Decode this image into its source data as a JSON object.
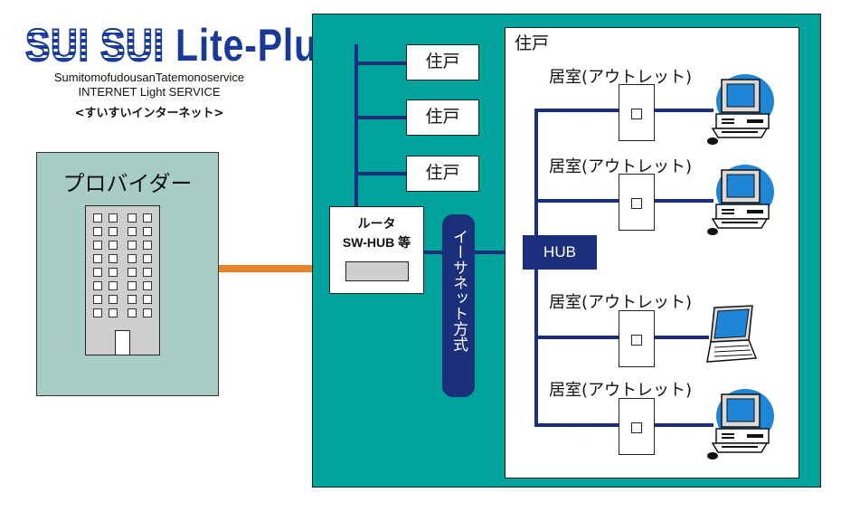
{
  "logo": {
    "title_left": "SUI SUI",
    "title_right": "Lite-Plus",
    "company": "SumitomofudousanTatemonoservice",
    "service": "INTERNET Light SERVICE",
    "tagline": "<すいすいインターネット>"
  },
  "provider": {
    "label": "プロバイダー"
  },
  "building_units": [
    {
      "label": "住戸"
    },
    {
      "label": "住戸"
    },
    {
      "label": "住戸"
    }
  ],
  "router": {
    "line1": "ルータ",
    "line2": "SW-HUB 等"
  },
  "ethernet": {
    "label": "イーサネット方式"
  },
  "hub": {
    "label": "HUB"
  },
  "unit": {
    "label": "住戸"
  },
  "rooms": [
    {
      "label": "居室(アウトレット)",
      "device": "desktop-pc-icon"
    },
    {
      "label": "居室(アウトレット)",
      "device": "desktop-pc-icon"
    },
    {
      "label": "居室(アウトレット)",
      "device": "laptop-icon"
    },
    {
      "label": "居室(アウトレット)",
      "device": "desktop-pc-icon"
    }
  ],
  "colors": {
    "teal": "#00a39b",
    "navy": "#1c2f7a",
    "provider_bg": "#a8cdc6",
    "cable": "#e8832c",
    "logo_blue": "#1a3a9a"
  }
}
